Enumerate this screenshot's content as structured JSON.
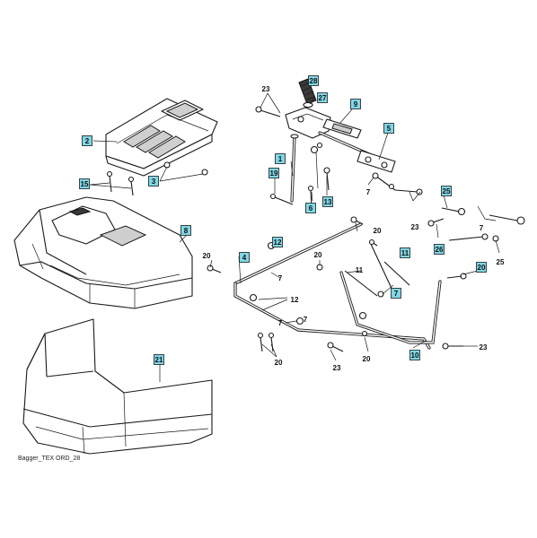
{
  "drawing_code": "Bagger_TEX ORD_28",
  "callouts_boxed": [
    "28",
    "27",
    "9",
    "5",
    "2",
    "1",
    "19",
    "6",
    "13",
    "25",
    "26",
    "15",
    "3",
    "8",
    "12",
    "11",
    "4",
    "7",
    "20",
    "21",
    "10"
  ],
  "callouts_plain": [
    "23",
    "7",
    "23",
    "7",
    "25",
    "20",
    "20",
    "23",
    "11",
    "7",
    "12",
    "7",
    "20",
    "20",
    "20",
    "23",
    "7"
  ]
}
